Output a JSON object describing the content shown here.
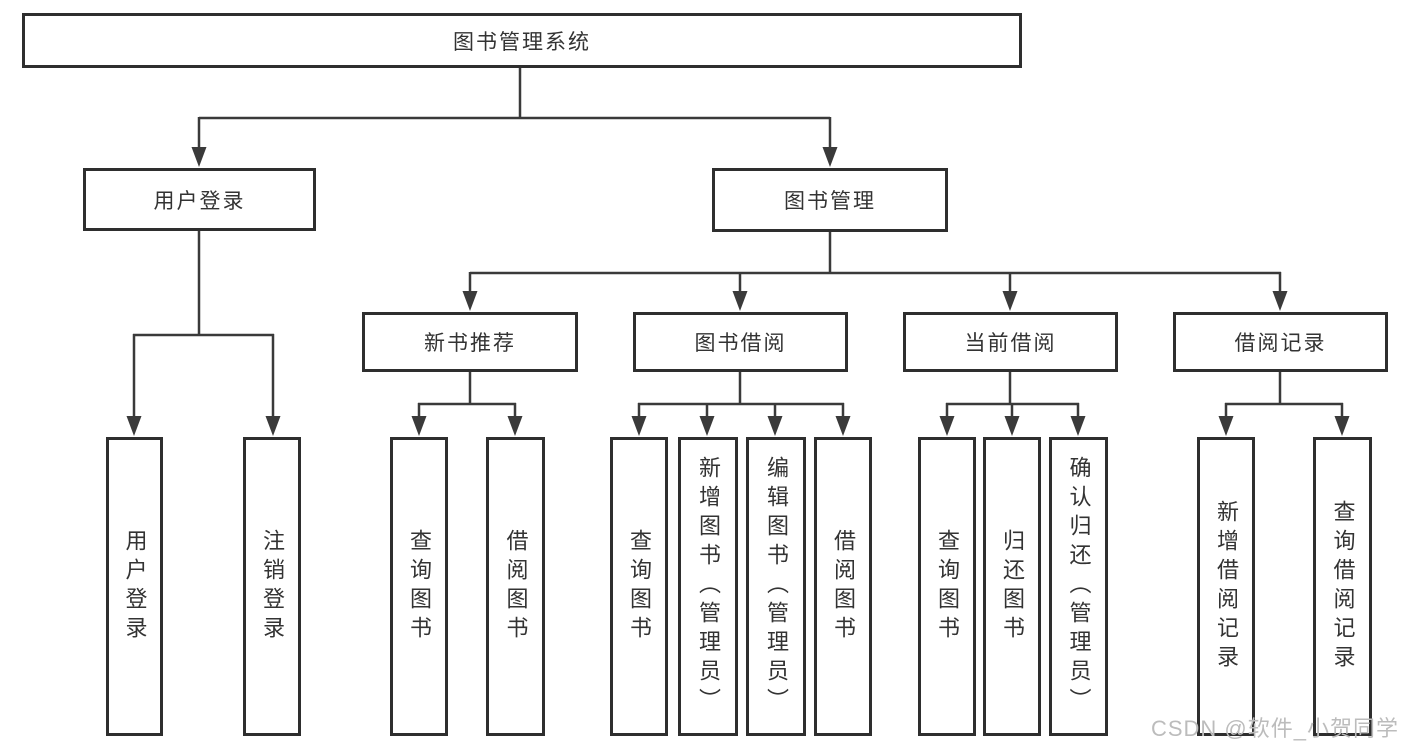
{
  "root": {
    "label": "图书管理系统"
  },
  "branches": [
    {
      "label": "用户登录",
      "children": [
        "用户登录",
        "注销登录"
      ]
    },
    {
      "label": "图书管理",
      "children": [
        {
          "label": "新书推荐",
          "children": [
            "查询图书",
            "借阅图书"
          ]
        },
        {
          "label": "图书借阅",
          "children": [
            "查询图书",
            "新增图书（管理员）",
            "编辑图书（管理员）",
            "借阅图书"
          ]
        },
        {
          "label": "当前借阅",
          "children": [
            "查询图书",
            "归还图书",
            "确认归还（管理员）"
          ]
        },
        {
          "label": "借阅记录",
          "children": [
            "新增借阅记录",
            "查询借阅记录"
          ]
        }
      ]
    }
  ],
  "watermark": {
    "text": "CSDN @软件_小贺同学"
  },
  "colors": {
    "line": "#3a3a3a",
    "box_border": "#2e2e2e",
    "box_fill": "#ffffff",
    "text": "#333333",
    "watermark": "#bcbcbc",
    "background": "#ffffff"
  }
}
